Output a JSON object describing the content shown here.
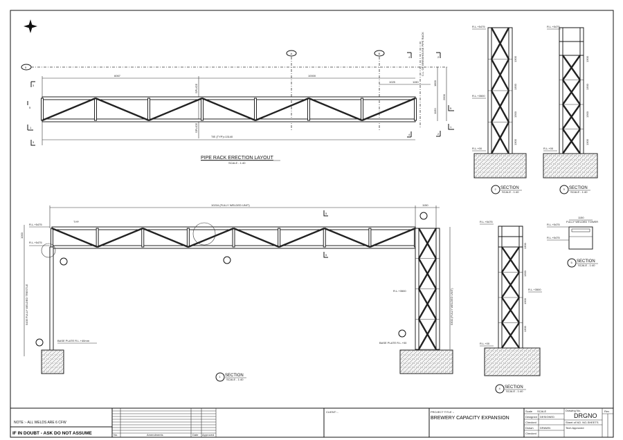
{
  "drawing": {
    "main_title": "PIPE RACK ERECTION LAYOUT",
    "main_scale": "SCALE - 1:40",
    "grid_labels": {
      "row5": "5",
      "A": "A",
      "B": "B"
    },
    "section_markers": [
      "3",
      "5",
      "1",
      "3",
      "4",
      "2",
      "4",
      "2",
      "5",
      "1",
      "5",
      "5"
    ],
    "centerline_note": "C.L. OF BREWHOUSE PIPE RACK",
    "dims_top": {
      "span1": "6067",
      "span2": "10000",
      "d1": "1025",
      "d2": "1150",
      "h1": "1800",
      "h2": "2600",
      "h3": "1150",
      "overall": "TIE (TYP)=13140"
    },
    "splice": "SPLICE",
    "frame": {
      "overall": "10216 (FULLY WELDED UNIT)",
      "tower_width": "1150",
      "rl_top": "R.L.+5475",
      "rl_mid": "R.L.+5475",
      "rl_3500": "R.L.+3500",
      "base_left": "BASE PLATE R.L.+40mm",
      "base_right": "BASE PLATE R.L.+00",
      "left_col": "5435 FULLY WELDED TRESTLE",
      "tower_note": "5300 (FULLY WELDED UNIT)",
      "depth": "1000",
      "typ": "TYP."
    },
    "sections": [
      {
        "num": "1",
        "label": "SECTION",
        "scale": "SCALE - 1:40"
      },
      {
        "num": "2",
        "label": "SECTION",
        "scale": "SCALE - 1:40"
      },
      {
        "num": "3",
        "label": "SECTION",
        "scale": "SCALE - 1:40"
      },
      {
        "num": "4",
        "label": "SECTION",
        "scale": "SCALE - 1:40"
      },
      {
        "num": "5",
        "label": "SECTION",
        "scale": "SCALE - 1:40"
      }
    ],
    "tower_dims": [
      "1300",
      "1300",
      "1300",
      "1300"
    ],
    "rl_zero": "R.L.+00",
    "fully_welded_tower": "FULLY WELDED TOWER"
  },
  "title_block": {
    "note": "NOTE :- ALL WELDS ARE 6 CFW",
    "warning": "IF IN DOUBT - ASK DO NOT ASSUME",
    "amend_headers": [
      "No.",
      "Amendments",
      "Date",
      "Approved"
    ],
    "client_label": "CLIENT :-",
    "project_label": "PROJECT TITLE :-",
    "project_title": "BREWERY CAPACITY EXPANSION",
    "scale_label": "Scale",
    "scale_value": "SCALE",
    "designed_label": "Designed",
    "designed_value": "DESIGNED",
    "checked_label": "Checked",
    "drawn_label": "Drawn",
    "drawn_value": "DRAWN",
    "checked2_label": "Checked",
    "drawing_no_label": "Drawing No.",
    "drawing_no": "DRGNO",
    "sheet": "Sheet of NO. NO-SHEETS",
    "tech_approved": "Tech Approved",
    "rev_label": "Rev"
  }
}
